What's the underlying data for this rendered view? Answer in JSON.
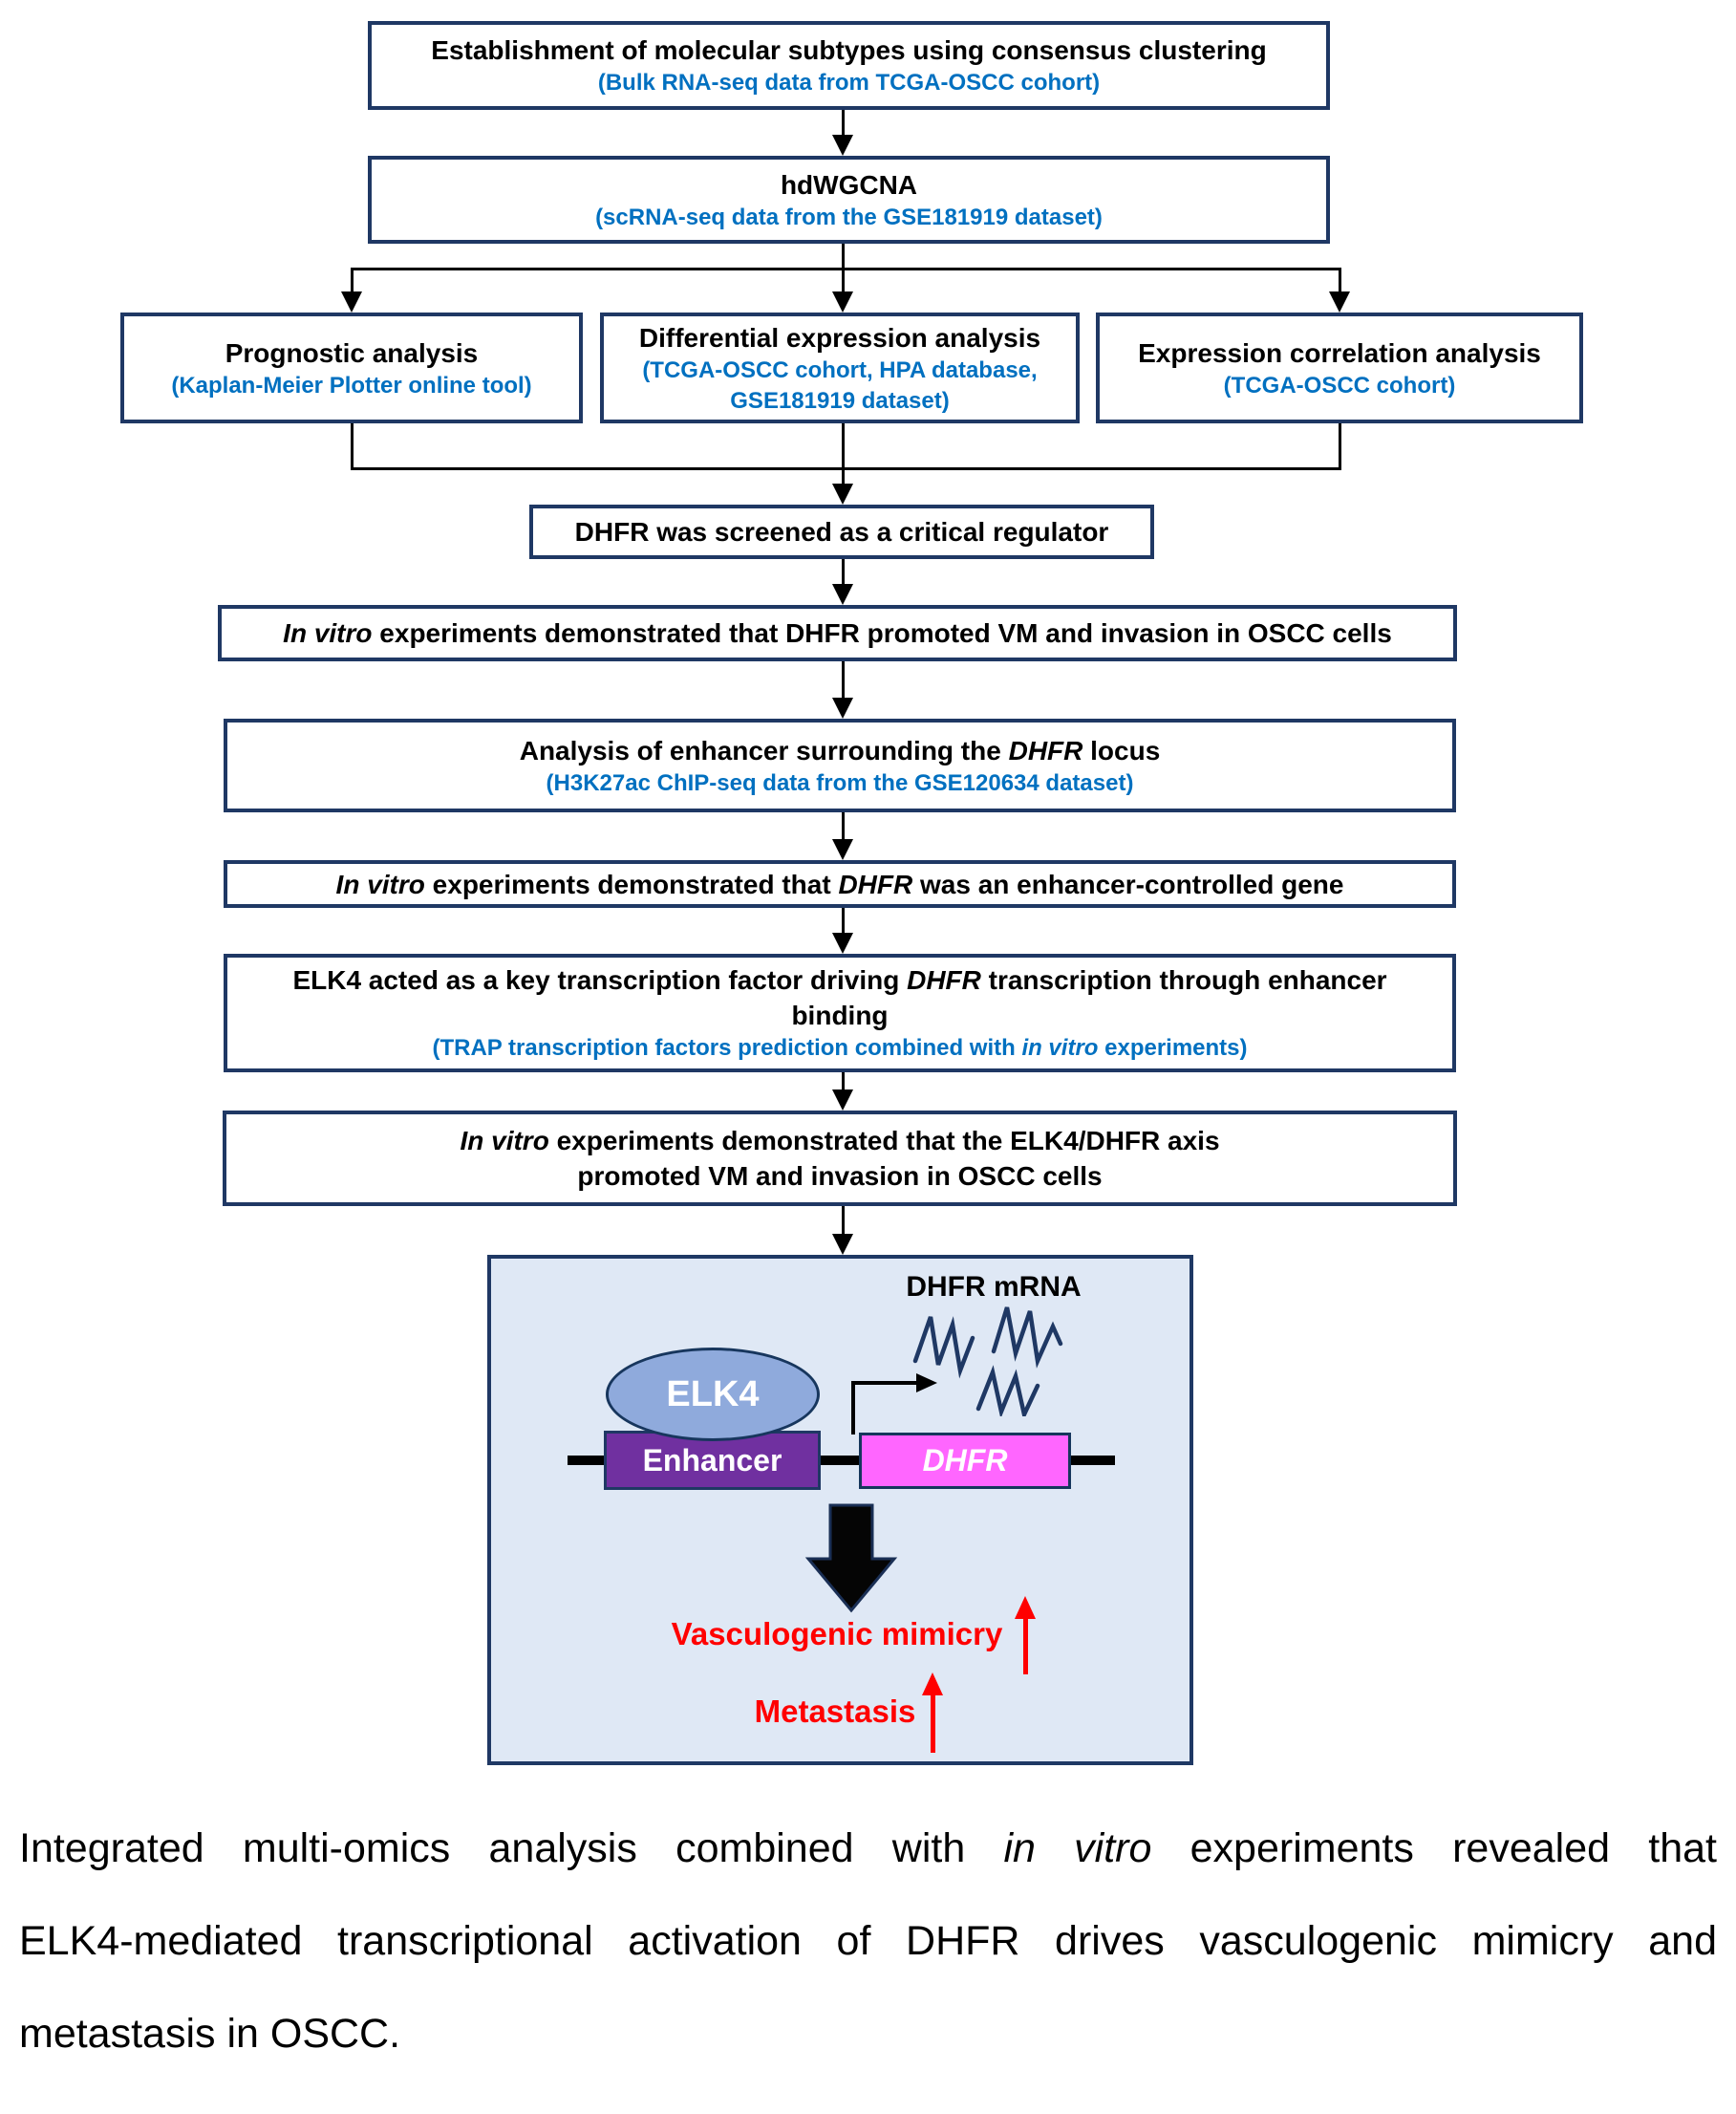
{
  "colors": {
    "box_border_navy": "#1F3864",
    "subtitle_blue": "#0070C0",
    "schematic_background": "#DFE8F5",
    "elk4_ellipse_fill": "#8FAADC",
    "enhancer_fill": "#7030A0",
    "dhfr_gene_fill": "#FF66FF",
    "emphasis_red": "#FF0000",
    "mrna_squiggle_navy": "#1F3864",
    "connector_black": "#000000"
  },
  "flow": {
    "establishment": {
      "title": [
        {
          "text": "Establishment of molecular subtypes using consensus clustering"
        }
      ],
      "subtitle": [
        {
          "text": "(Bulk RNA-seq data from TCGA-OSCC cohort)"
        }
      ]
    },
    "hdwgcna": {
      "title": [
        {
          "text": "hdWGCNA"
        }
      ],
      "subtitle": [
        {
          "text": "(scRNA-seq data from the GSE181919 dataset)"
        }
      ]
    },
    "prognostic": {
      "title": [
        {
          "text": "Prognostic analysis"
        }
      ],
      "subtitle": [
        {
          "text": "(Kaplan-Meier Plotter online tool)"
        }
      ]
    },
    "differential": {
      "title": [
        {
          "text": "Differential expression analysis"
        }
      ],
      "subtitle1": [
        {
          "text": "(TCGA-OSCC cohort, HPA database,"
        }
      ],
      "subtitle2": [
        {
          "text": "GSE181919 dataset)"
        }
      ]
    },
    "correlation": {
      "title": [
        {
          "text": "Expression correlation analysis"
        }
      ],
      "subtitle": [
        {
          "text": "(TCGA-OSCC cohort)"
        }
      ]
    },
    "screened": {
      "title": [
        {
          "text": "DHFR was screened as a critical regulator"
        }
      ]
    },
    "invitro_vm": {
      "title": [
        {
          "text": "In vitro",
          "italic": true
        },
        {
          "text": " experiments demonstrated that DHFR promoted VM and invasion in OSCC cells"
        }
      ]
    },
    "enhancer_analysis": {
      "title": [
        {
          "text": "Analysis of enhancer surrounding the "
        },
        {
          "text": "DHFR",
          "italic": true
        },
        {
          "text": " locus"
        }
      ],
      "subtitle": [
        {
          "text": "(H3K27ac ChIP-seq data from the GSE120634 dataset)"
        }
      ]
    },
    "enhancer_controlled": {
      "title": [
        {
          "text": "In vitro",
          "italic": true
        },
        {
          "text": " experiments demonstrated that "
        },
        {
          "text": "DHFR",
          "italic": true
        },
        {
          "text": " was an enhancer-controlled gene"
        }
      ]
    },
    "elk4_tf": {
      "title1": [
        {
          "text": "ELK4 acted as a key transcription factor driving "
        },
        {
          "text": "DHFR",
          "italic": true
        },
        {
          "text": " transcription through enhancer"
        }
      ],
      "title2": [
        {
          "text": "binding"
        }
      ],
      "subtitle": [
        {
          "text": "(TRAP transcription factors prediction combined with "
        },
        {
          "text": "in vitro",
          "italic": true
        },
        {
          "text": " experiments)"
        }
      ]
    },
    "elk4_dhfr_axis": {
      "title1": [
        {
          "text": "In vitro",
          "italic": true
        },
        {
          "text": " experiments demonstrated that the ELK4/DHFR axis"
        }
      ],
      "title2": [
        {
          "text": "promoted VM and invasion in OSCC cells"
        }
      ]
    }
  },
  "schematic": {
    "mrna_label": "DHFR mRNA",
    "elk4_label": "ELK4",
    "enhancer_label": "Enhancer",
    "dhfr_label": "DHFR",
    "vm_label": "Vasculogenic mimicry",
    "metastasis_label": "Metastasis"
  },
  "caption": {
    "line1": [
      {
        "text": "Integrated multi-omics analysis combined with "
      },
      {
        "text": "in vitro",
        "italic": true
      },
      {
        "text": " experiments revealed that"
      }
    ],
    "line2": [
      {
        "text": "ELK4-mediated transcriptional activation of DHFR drives vasculogenic mimicry and"
      }
    ],
    "line3": [
      {
        "text": "metastasis in OSCC."
      }
    ]
  }
}
